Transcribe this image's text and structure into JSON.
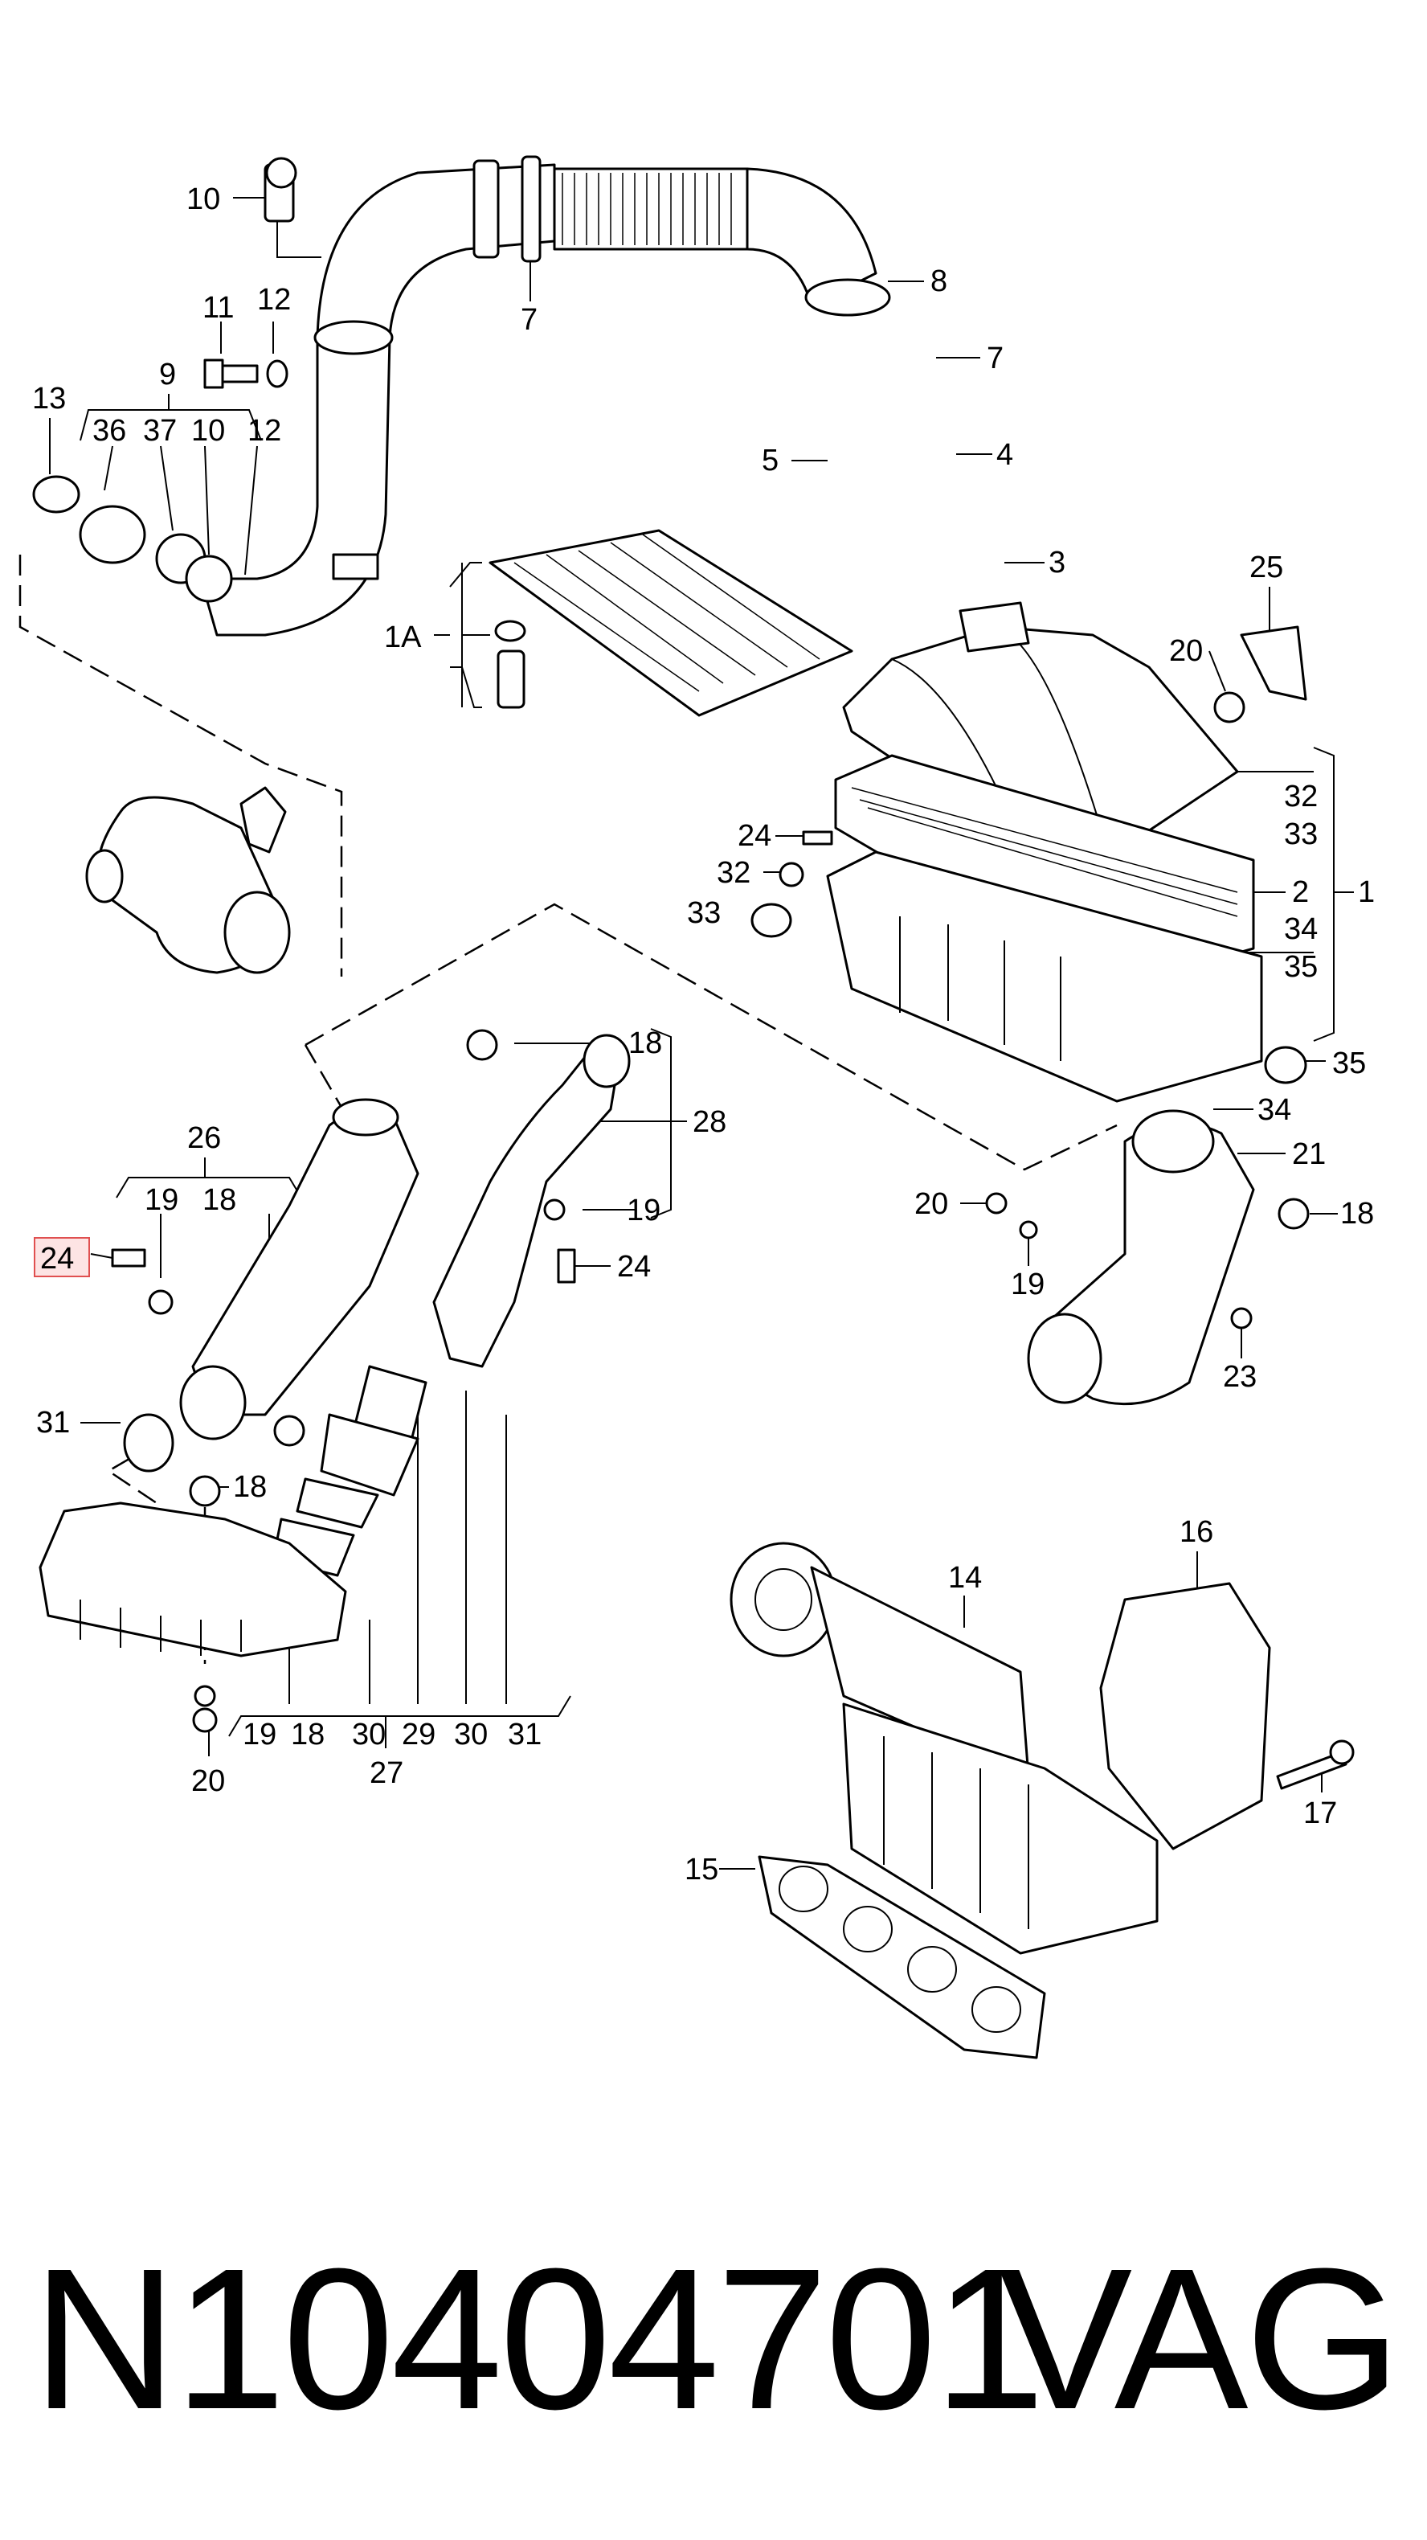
{
  "diagram": {
    "highlighted_callout": "24",
    "callouts": [
      "10",
      "7",
      "8",
      "11",
      "12",
      "13",
      "9",
      "36",
      "37",
      "10",
      "12",
      "7",
      "5",
      "4",
      "3",
      "1A",
      "25",
      "20",
      "32",
      "33",
      "24",
      "32",
      "33",
      "2",
      "1",
      "34",
      "35",
      "35",
      "34",
      "21",
      "18",
      "28",
      "19",
      "24",
      "20",
      "18",
      "19",
      "23",
      "26",
      "19",
      "18",
      "24",
      "31",
      "18",
      "16",
      "14",
      "17",
      "15",
      "19",
      "18",
      "30",
      "29",
      "30",
      "31",
      "20",
      "27"
    ]
  },
  "caption": {
    "part_number": "N10404701",
    "brand": "VAG"
  }
}
